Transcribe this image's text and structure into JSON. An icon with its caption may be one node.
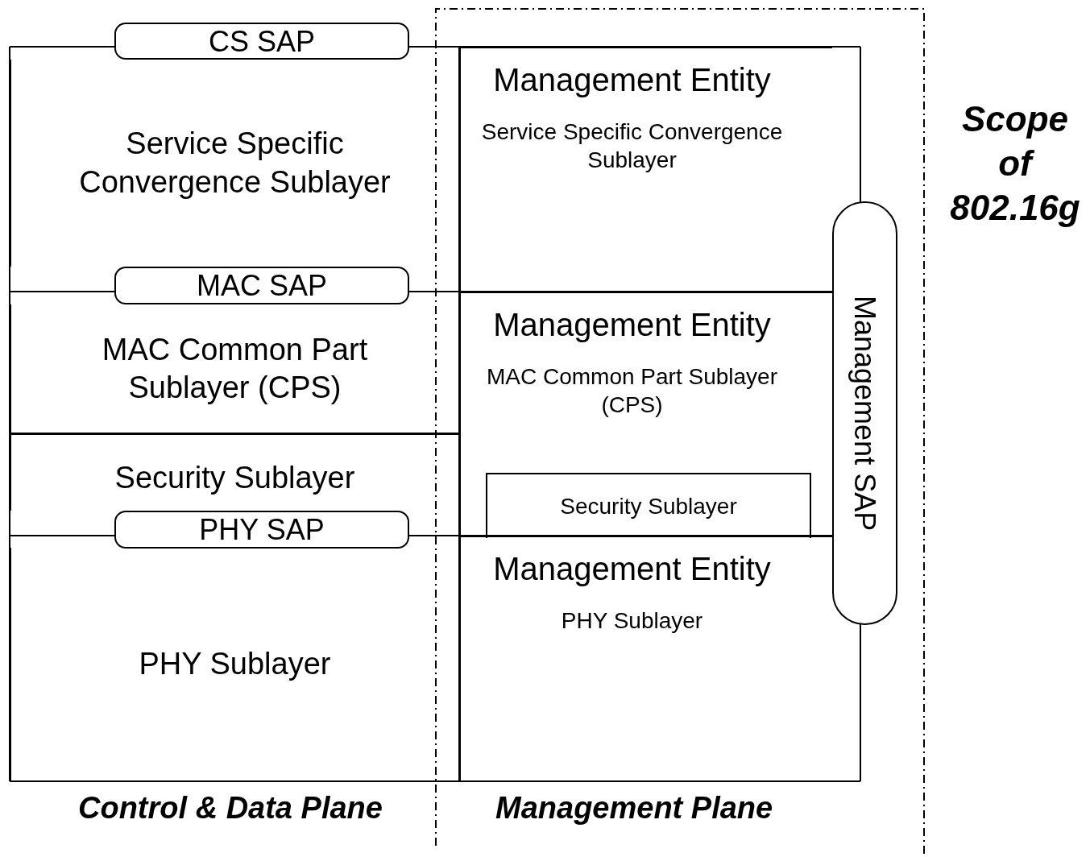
{
  "diagram": {
    "nodes": [
      {
        "text": [
          "Scope of 802.16g"
        ]
      },
      {
        "text": [
          "CS SAP"
        ]
      },
      {
        "text": [
          "Service Specific Convergence Sublayer"
        ]
      },
      {
        "text": [
          "MAC SAP"
        ]
      },
      {
        "text": [
          "MAC Common Part Sublayer (CPS)"
        ]
      },
      {
        "text": [
          "Security Sublayer"
        ]
      },
      {
        "text": [
          "PHY SAP"
        ]
      },
      {
        "text": [
          "PHY Sublayer"
        ]
      },
      {
        "text": [
          "Management Entity",
          "Service Specific Convergence Sublayer"
        ],
        "in": 0
      },
      {
        "text": [
          "Management Entity",
          "MAC Common Part Sublayer (CPS)"
        ],
        "in": 0
      },
      {
        "text": [
          "Security Sublayer"
        ],
        "in": 9
      },
      {
        "text": [
          "Management Entity",
          "PHY Sublayer"
        ],
        "in": 0
      },
      {
        "text": [
          "Management SAP"
        ],
        "in": 0
      }
    ],
    "labels": [
      "Control & Data Plane",
      "Management Plane"
    ]
  }
}
